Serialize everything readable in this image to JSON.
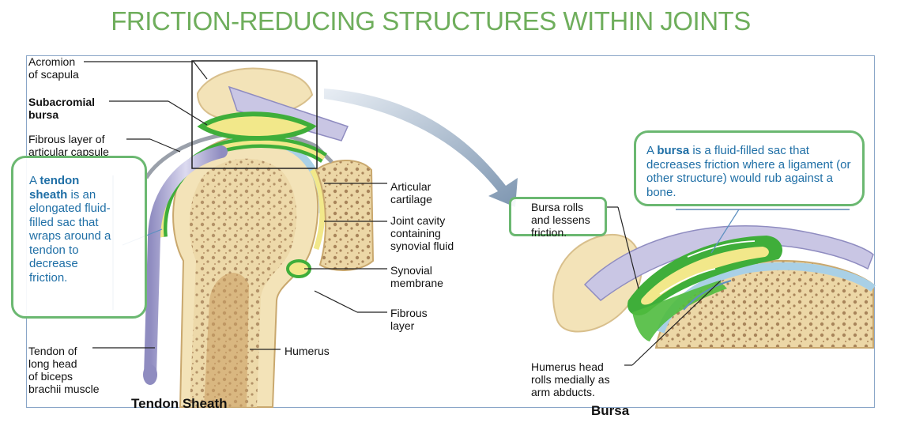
{
  "title": "FRICTION-REDUCING STRUCTURES WITHIN JOINTS",
  "labels": {
    "acromion": "Acromion\nof scapula",
    "subacromial_bursa": "Subacromial\nbursa",
    "fibrous_capsule": "Fibrous layer of\narticular capsule",
    "articular_cartilage": "Articular\ncartilage",
    "joint_cavity": "Joint cavity\ncontaining\nsynovial fluid",
    "synovial_membrane": "Synovial\nmembrane",
    "fibrous_layer": "Fibrous\nlayer",
    "humerus": "Humerus",
    "biceps_tendon": "Tendon of\nlong head\nof biceps\nbrachii muscle",
    "bursa_rolls": "Bursa rolls\nand lessens\nfriction.",
    "humerus_head": "Humerus head\nrolls medially as\narm abducts."
  },
  "tendon_sheath_callout": {
    "prefix": "A ",
    "keyword": "tendon sheath",
    "suffix": " is an elongated fluid-filled sac that wraps around a tendon to decrease friction."
  },
  "bursa_callout": {
    "prefix": "A ",
    "keyword": "bursa",
    "suffix": " is a fluid-filled sac that decreases friction where a ligament (or other structure) would rub against a bone."
  },
  "captions": {
    "left": "Tendon Sheath",
    "right": "Bursa"
  },
  "colors": {
    "title": "#6fae5c",
    "callout_border": "#6bb871",
    "callout_text": "#1f6fa6",
    "bone": "#f3e3b8",
    "cartilage": "#a9d0e6",
    "bursa_green": "#3fae3a",
    "synovial_yellow": "#f2e88a",
    "tendon": "#b7b4d6"
  }
}
